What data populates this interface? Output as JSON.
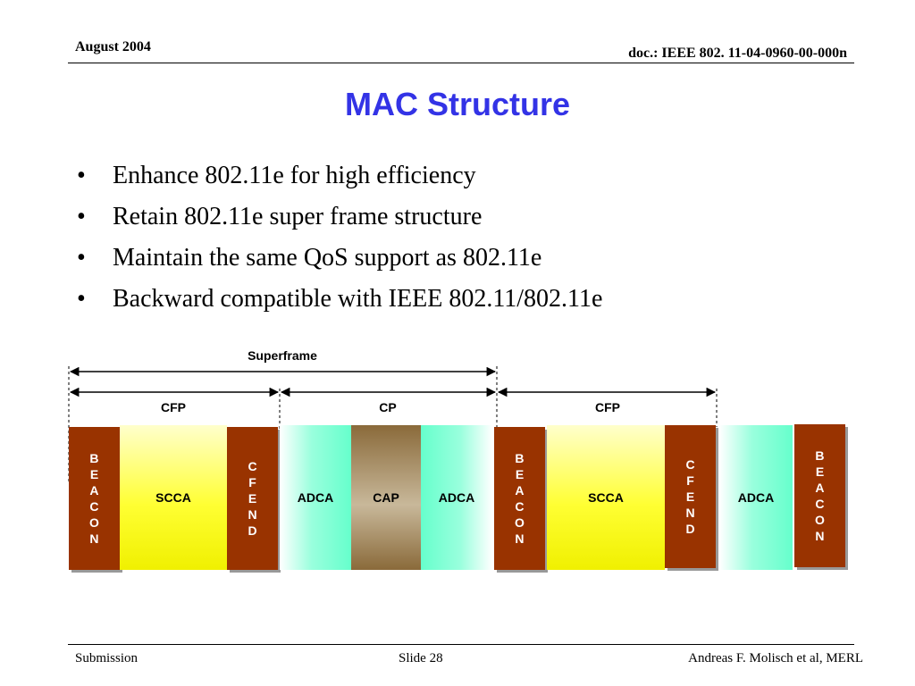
{
  "header": {
    "date": "August 2004",
    "doc": "doc.: IEEE 802. 11-04-0960-00-000n"
  },
  "title": "MAC Structure",
  "bullets": [
    "Enhance 802.11e for high efficiency",
    "Retain 802.11e super frame structure",
    "Maintain the same QoS support as 802.11e",
    "Backward compatible with IEEE 802.11/802.11e"
  ],
  "diagram": {
    "superframe_label": "Superframe",
    "period_labels": [
      "CFP",
      "CP",
      "CFP"
    ],
    "blocks": {
      "beacon_1": "BEACON",
      "scca_1": "SCCA",
      "cfend_1": "CFEND",
      "adca_1": "ADCA",
      "cap": "CAP",
      "adca_2": "ADCA",
      "beacon_2": "BEACON",
      "scca_2": "SCCA",
      "cfend_2": "CFEND",
      "adca_3": "ADCA",
      "beacon_3": "BEACON"
    },
    "colors": {
      "beacon": "#993300",
      "scca": "#ffff33",
      "adca": "#66ffcc",
      "cap": "#8a6a3a",
      "title": "#3333e6"
    }
  },
  "footer": {
    "left": "Submission",
    "middle": "Slide 28",
    "right": "Andreas F. Molisch et al, MERL"
  }
}
